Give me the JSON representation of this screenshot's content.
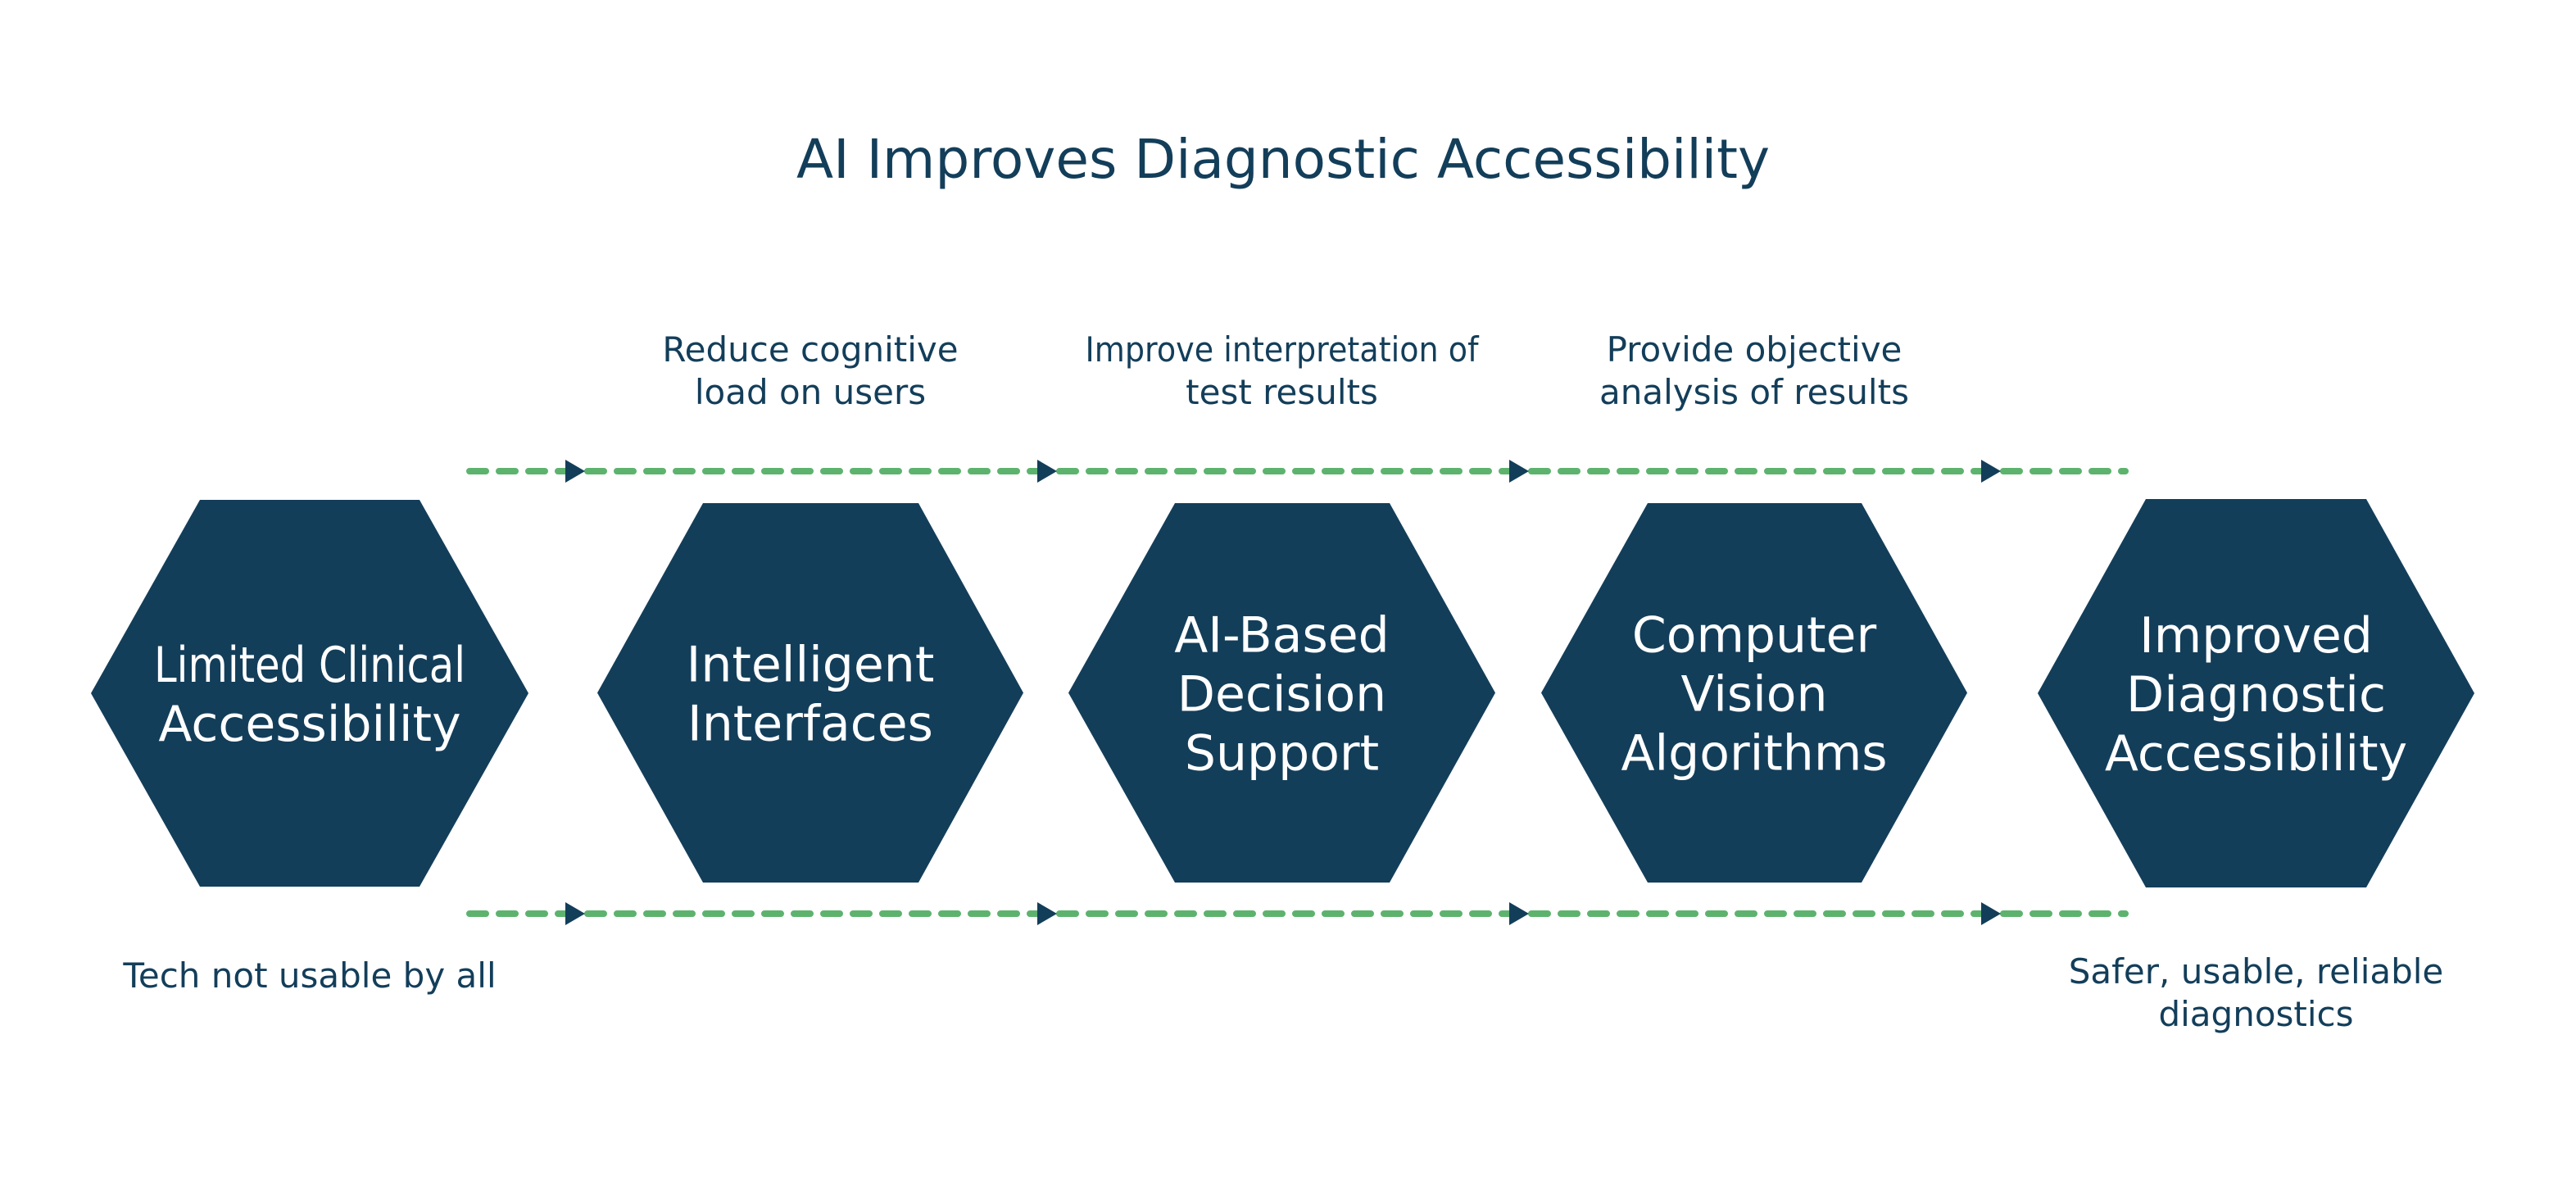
{
  "title": "AI Improves Diagnostic Accessibility",
  "colors": {
    "primary": "#133E5A",
    "connector": "#5DB36E",
    "background": "#FFFFFF",
    "hex_text": "#FFFFFF"
  },
  "steps": [
    {
      "id": "start",
      "lines": [
        "Limited Clinical",
        "Accessibility"
      ]
    },
    {
      "id": "intelligent-interfaces",
      "lines": [
        "Intelligent",
        "Interfaces"
      ]
    },
    {
      "id": "ai-decision-support",
      "lines": [
        "AI-Based",
        "Decision",
        "Support"
      ]
    },
    {
      "id": "computer-vision",
      "lines": [
        "Computer",
        "Vision",
        "Algorithms"
      ]
    },
    {
      "id": "end",
      "lines": [
        "Improved",
        "Diagnostic",
        "Accessibility"
      ]
    }
  ],
  "top_captions": [
    {
      "step": 1,
      "lines": [
        "Reduce cognitive",
        "load on users"
      ]
    },
    {
      "step": 2,
      "lines": [
        "Improve interpretation of",
        "test results"
      ]
    },
    {
      "step": 3,
      "lines": [
        "Provide objective",
        "analysis of results"
      ]
    }
  ],
  "bottom_captions": [
    {
      "step": 0,
      "lines": [
        "Tech not usable by all"
      ]
    },
    {
      "step": 4,
      "lines": [
        "Safer, usable, reliable",
        "diagnostics"
      ]
    }
  ],
  "connectors": {
    "style": "dashed",
    "direction": "left-to-right",
    "rows": [
      "top",
      "bottom"
    ],
    "arrow_icon": "triangle-right-icon",
    "arrows_per_row": 4
  }
}
